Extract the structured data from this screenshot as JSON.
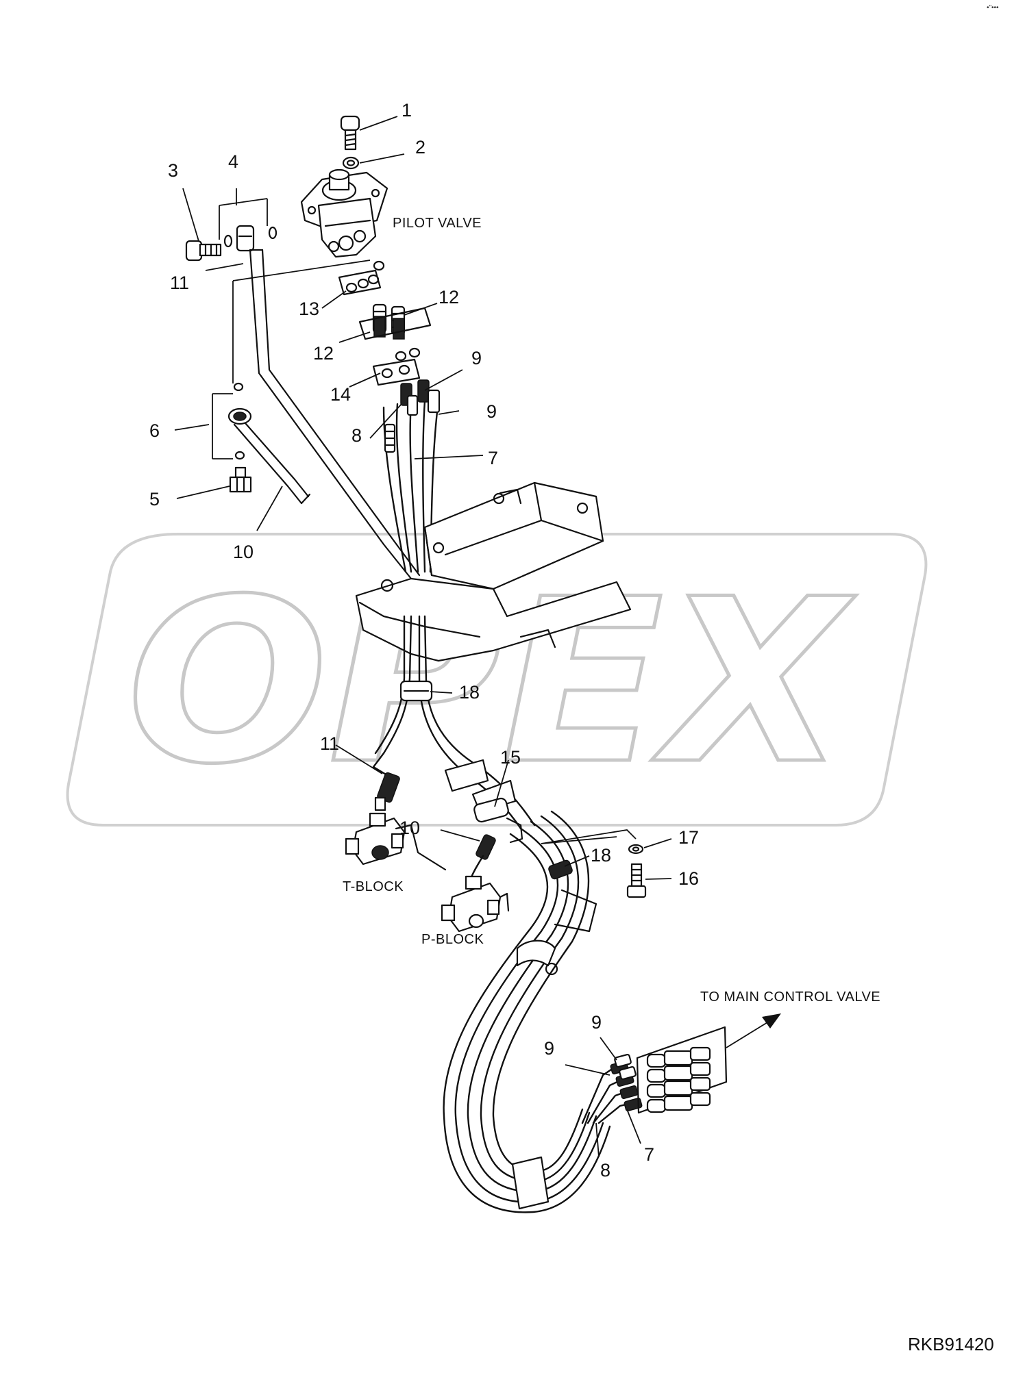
{
  "callouts": [
    {
      "id": "c1",
      "text": "1"
    },
    {
      "id": "c2",
      "text": "2"
    },
    {
      "id": "c3",
      "text": "3"
    },
    {
      "id": "c4",
      "text": "4"
    },
    {
      "id": "c11a",
      "text": "11"
    },
    {
      "id": "c13",
      "text": "13"
    },
    {
      "id": "c12a",
      "text": "12"
    },
    {
      "id": "c12b",
      "text": "12"
    },
    {
      "id": "c9a",
      "text": "9"
    },
    {
      "id": "c14",
      "text": "14"
    },
    {
      "id": "c9b",
      "text": "9"
    },
    {
      "id": "c6",
      "text": "6"
    },
    {
      "id": "c8a",
      "text": "8"
    },
    {
      "id": "c7a",
      "text": "7"
    },
    {
      "id": "c5",
      "text": "5"
    },
    {
      "id": "c10a",
      "text": "10"
    },
    {
      "id": "c18a",
      "text": "18"
    },
    {
      "id": "c11b",
      "text": "11"
    },
    {
      "id": "c15",
      "text": "15"
    },
    {
      "id": "c10b",
      "text": "10"
    },
    {
      "id": "c17",
      "text": "17"
    },
    {
      "id": "c18b",
      "text": "18"
    },
    {
      "id": "c16",
      "text": "16"
    },
    {
      "id": "c9c",
      "text": "9"
    },
    {
      "id": "c9d",
      "text": "9"
    },
    {
      "id": "c7b",
      "text": "7"
    },
    {
      "id": "c8b",
      "text": "8"
    }
  ],
  "labels": {
    "pilot_valve": "PILOT VALVE",
    "t_block": "T-BLOCK",
    "p_block": "P-BLOCK",
    "to_main_control_valve": "TO MAIN CONTROL VALVE"
  },
  "drawing_id": "RKB91420",
  "watermark": "OPEX",
  "colors": {
    "line": "#111111",
    "watermark_outline": "#c8c8c8",
    "background": "#ffffff"
  }
}
